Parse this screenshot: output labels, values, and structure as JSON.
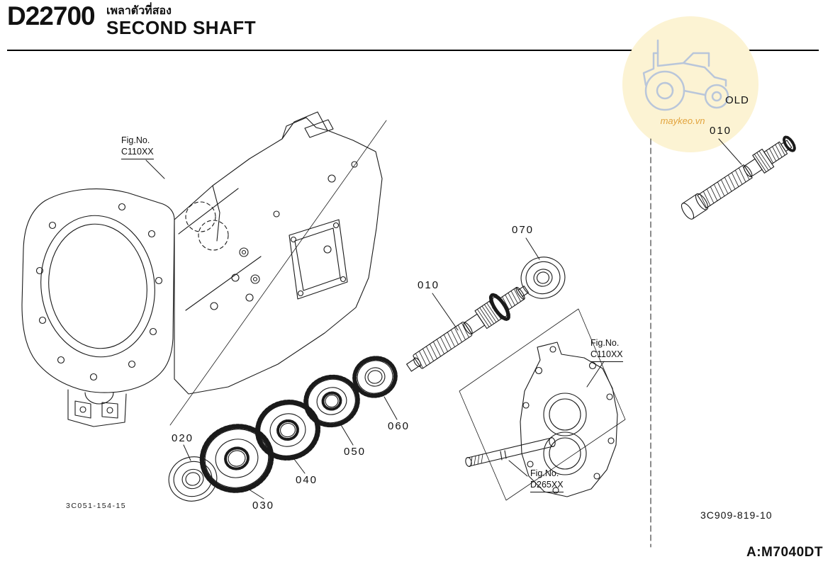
{
  "header": {
    "code": "D22700",
    "subtitle_thai": "เพลาตัวที่สอง",
    "title": "SECOND SHAFT"
  },
  "watermark": {
    "site": "maykeo.vn"
  },
  "old_part": {
    "label": "OLD",
    "number": "010"
  },
  "callouts": {
    "c010": "010",
    "c020": "020",
    "c030": "030",
    "c040": "040",
    "c050": "050",
    "c060": "060",
    "c070": "070"
  },
  "fig_refs": {
    "prefix": "Fig.No.",
    "case_main": "C110XX",
    "case_rear": "C110XX",
    "shaft_rear": "D265XX"
  },
  "footer": {
    "left_code": "3C051-154-15",
    "right_code": "3C909-819-10",
    "model": "A:M7040DT"
  },
  "colors": {
    "line": "#1a1a1a",
    "watermark_bg": "#fcf3d3",
    "watermark_art": "#b9c6da",
    "watermark_text": "#e2a33c"
  }
}
